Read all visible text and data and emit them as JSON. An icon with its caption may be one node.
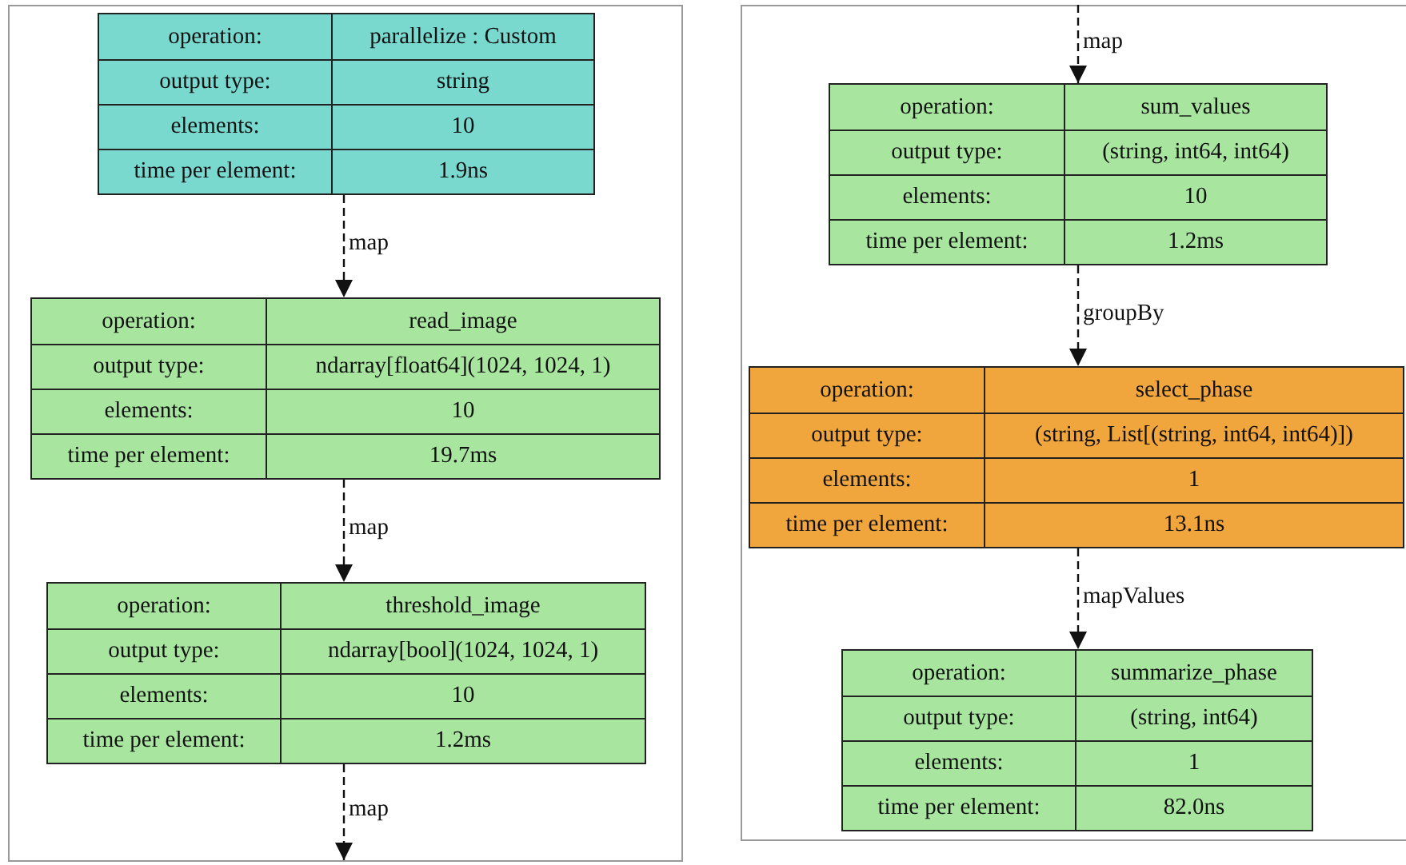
{
  "diagram": {
    "nodes": [
      {
        "text": [
          "operation:",
          "parallelize : Custom",
          "output type:",
          "string",
          "elements:",
          "10",
          "time per element:",
          "1.9ns"
        ]
      },
      {
        "text": [
          "operation:",
          "read_image",
          "output type:",
          "ndarray[float64](1024, 1024, 1)",
          "elements:",
          "10",
          "time per element:",
          "19.7ms"
        ]
      },
      {
        "text": [
          "operation:",
          "threshold_image",
          "output type:",
          "ndarray[bool](1024, 1024, 1)",
          "elements:",
          "10",
          "time per element:",
          "1.2ms"
        ]
      },
      {
        "text": [
          "operation:",
          "sum_values",
          "output type:",
          "(string, int64, int64)",
          "elements:",
          "10",
          "time per element:",
          "1.2ms"
        ]
      },
      {
        "text": [
          "operation:",
          "select_phase",
          "output type:",
          "(string, List[(string, int64, int64)])",
          "elements:",
          "1",
          "time per element:",
          "13.1ns"
        ]
      },
      {
        "text": [
          "operation:",
          "summarize_phase",
          "output type:",
          "(string, int64)",
          "elements:",
          "1",
          "time per element:",
          "82.0ns"
        ]
      }
    ],
    "edges": [
      {
        "from": 0,
        "to": 1,
        "arrow": "to",
        "label": "map",
        "style": "dashed"
      },
      {
        "from": 1,
        "to": 2,
        "arrow": "to",
        "label": "map",
        "style": "dashed"
      },
      {
        "from": 2,
        "to": null,
        "arrow": "to",
        "label": "map",
        "style": "dashed"
      },
      {
        "from": null,
        "to": 3,
        "arrow": "to",
        "label": "map",
        "style": "dashed"
      },
      {
        "from": 3,
        "to": 4,
        "arrow": "to",
        "label": "groupBy",
        "style": "dashed"
      },
      {
        "from": 4,
        "to": 5,
        "arrow": "to",
        "label": "mapValues",
        "style": "dashed"
      }
    ]
  }
}
